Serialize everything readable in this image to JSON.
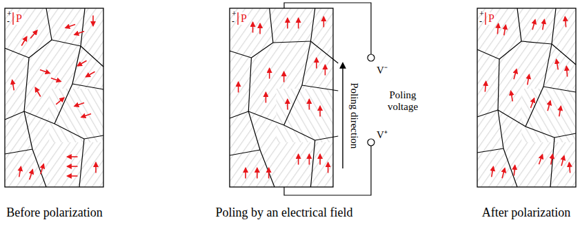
{
  "diagram": {
    "labels": [
      "+",
      "-",
      "P",
      "+",
      "-",
      "P",
      "+",
      "-",
      "P",
      "Poling direction",
      "Poling voltage",
      "V⁻",
      "V⁺",
      "Before polarization",
      "Poling by an electrical field",
      "After polarization"
    ]
  }
}
